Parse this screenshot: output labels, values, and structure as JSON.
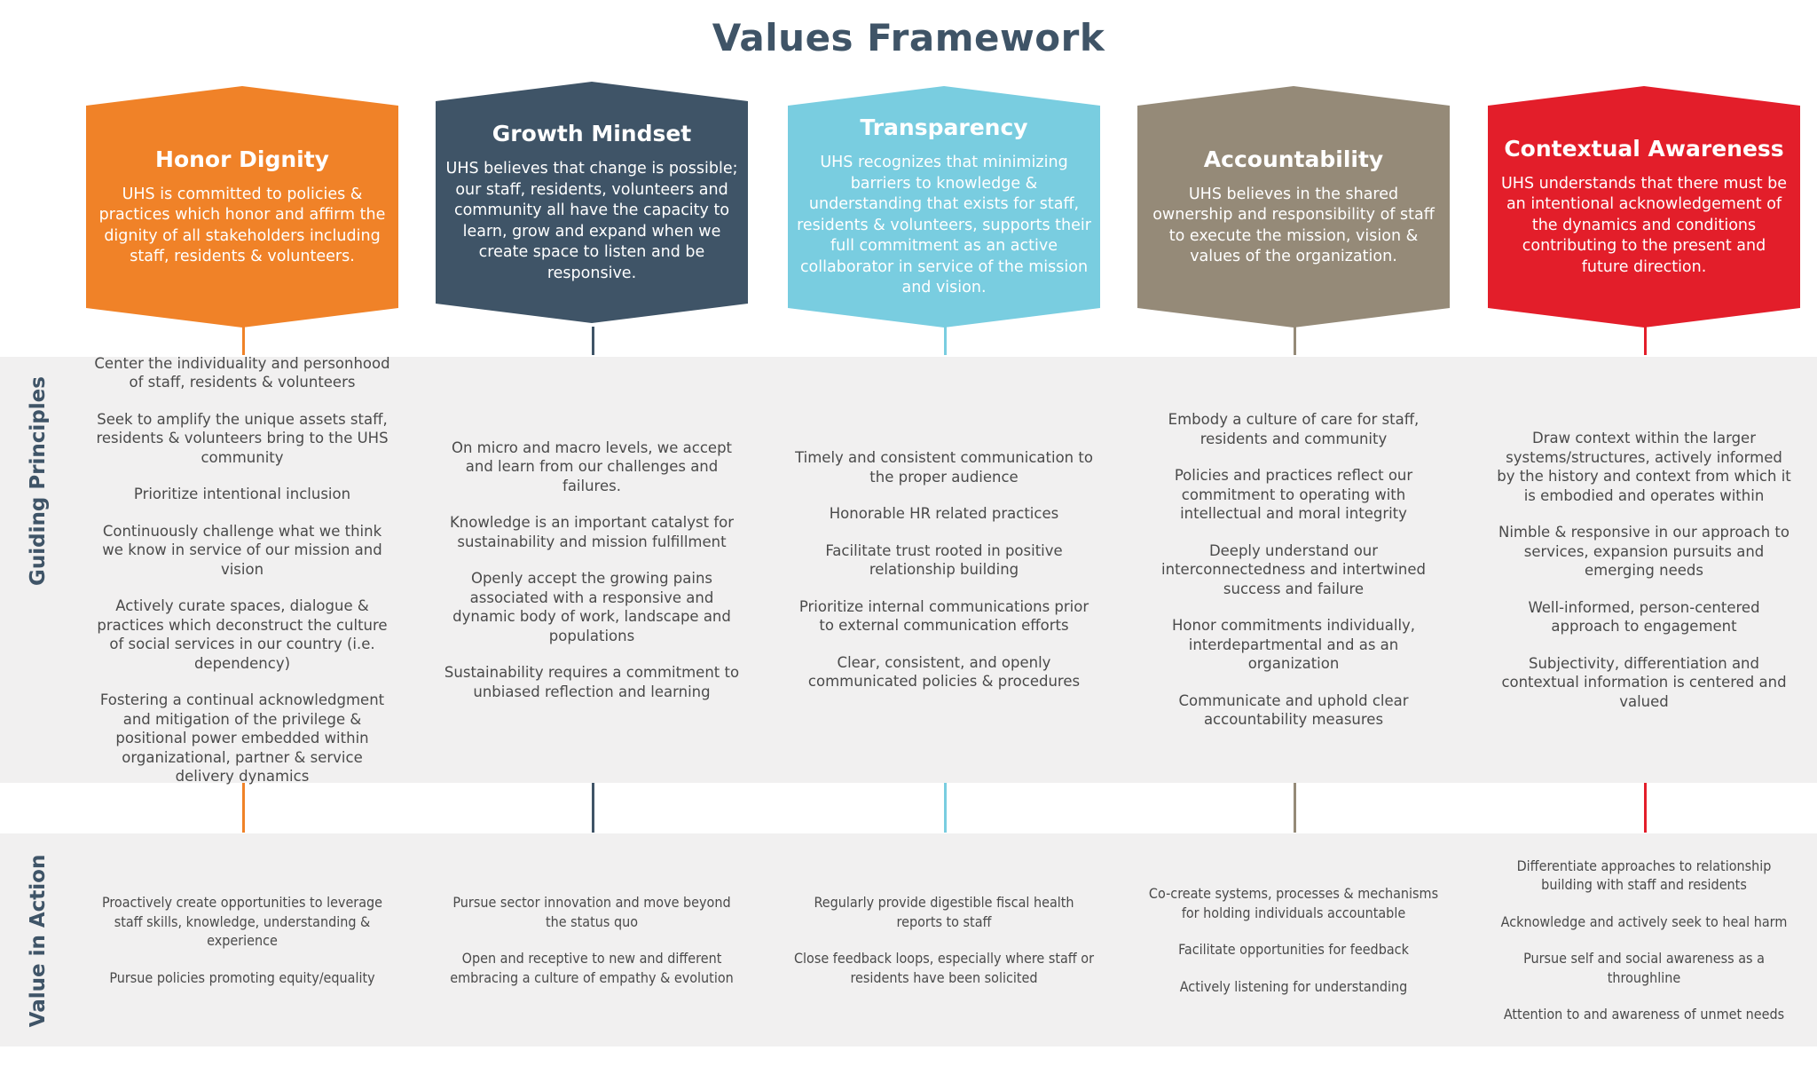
{
  "title": "Values Framework",
  "labels": {
    "guiding": "Guiding Principles",
    "action": "Value in Action"
  },
  "values": [
    {
      "name": "Honor Dignity",
      "color": "#f08228",
      "description": "UHS is committed to policies & practices which honor and affirm the dignity of all stakeholders including staff, residents & volunteers.",
      "guiding": [
        "Center the individuality and personhood of staff, residents & volunteers",
        "Seek to amplify the unique assets staff, residents & volunteers bring to the UHS community",
        "Prioritize intentional inclusion",
        "Continuously challenge what we think we know in service of our mission and vision",
        "Actively curate spaces, dialogue & practices which deconstruct the culture of social services in our country (i.e. dependency)",
        "Fostering a continual acknowledgment and mitigation of the privilege & positional power embedded within organizational, partner & service delivery dynamics"
      ],
      "action": [
        "Proactively create opportunities to leverage staff skills, knowledge, understanding & experience",
        "Pursue policies promoting equity/equality"
      ]
    },
    {
      "name": "Growth Mindset",
      "color": "#3f5467",
      "description": "UHS believes that change is possible; our staff, residents, volunteers and community all have the capacity to learn, grow and expand when we create space to listen and be responsive.",
      "guiding": [
        "On micro and macro levels, we accept and learn from our challenges and failures.",
        "Knowledge is an important catalyst for sustainability and mission fulfillment",
        "Openly accept the growing pains associated with a responsive and dynamic body of work, landscape and populations",
        "Sustainability requires a commitment to unbiased reflection and learning"
      ],
      "action": [
        "Pursue sector innovation and move beyond the status quo",
        "Open and receptive to new and different embracing a culture of empathy & evolution"
      ]
    },
    {
      "name": "Transparency",
      "color": "#79cde0",
      "description": "UHS recognizes that minimizing barriers to knowledge & understanding that exists for staff, residents & volunteers, supports their full commitment as an active collaborator in service of the mission and vision.",
      "guiding": [
        "Timely and consistent communication to the proper audience",
        "Honorable HR related practices",
        "Facilitate trust rooted in positive relationship building",
        "Prioritize internal communications prior to external communication efforts",
        "Clear, consistent, and openly communicated policies & procedures"
      ],
      "action": [
        "Regularly provide digestible fiscal health reports to staff",
        "Close feedback loops, especially where staff or residents have been solicited"
      ]
    },
    {
      "name": "Accountability",
      "color": "#958a78",
      "description": "UHS believes in the shared ownership and responsibility of staff to execute the mission, vision & values of the organization.",
      "guiding": [
        "Embody a culture of care for staff, residents and community",
        "Policies and practices reflect our commitment to operating with intellectual and moral integrity",
        "Deeply understand our interconnectedness and intertwined success and failure",
        "Honor commitments individually, interdepartmental and as an organization",
        "Communicate and uphold clear accountability measures"
      ],
      "action": [
        "Co-create systems, processes & mechanisms for holding individuals accountable",
        "Facilitate opportunities for feedback",
        "Actively listening for understanding"
      ]
    },
    {
      "name": "Contextual Awareness",
      "color": "#e31e2a",
      "description": "UHS understands that there must be an intentional acknowledgement of the dynamics and conditions contributing to the present and future direction.",
      "guiding": [
        "Draw context within the larger systems/structures, actively informed by the history and context from which it is embodied and operates within",
        "Nimble & responsive in our approach to services, expansion pursuits and emerging needs",
        "Well-informed, person-centered approach to engagement",
        "Subjectivity, differentiation and contextual information is centered and valued"
      ],
      "action": [
        "Differentiate approaches to relationship building with staff and residents",
        "Acknowledge and actively seek to heal harm",
        "Pursue self and social awareness as a throughline",
        "Attention to and awareness of unmet needs"
      ]
    }
  ]
}
